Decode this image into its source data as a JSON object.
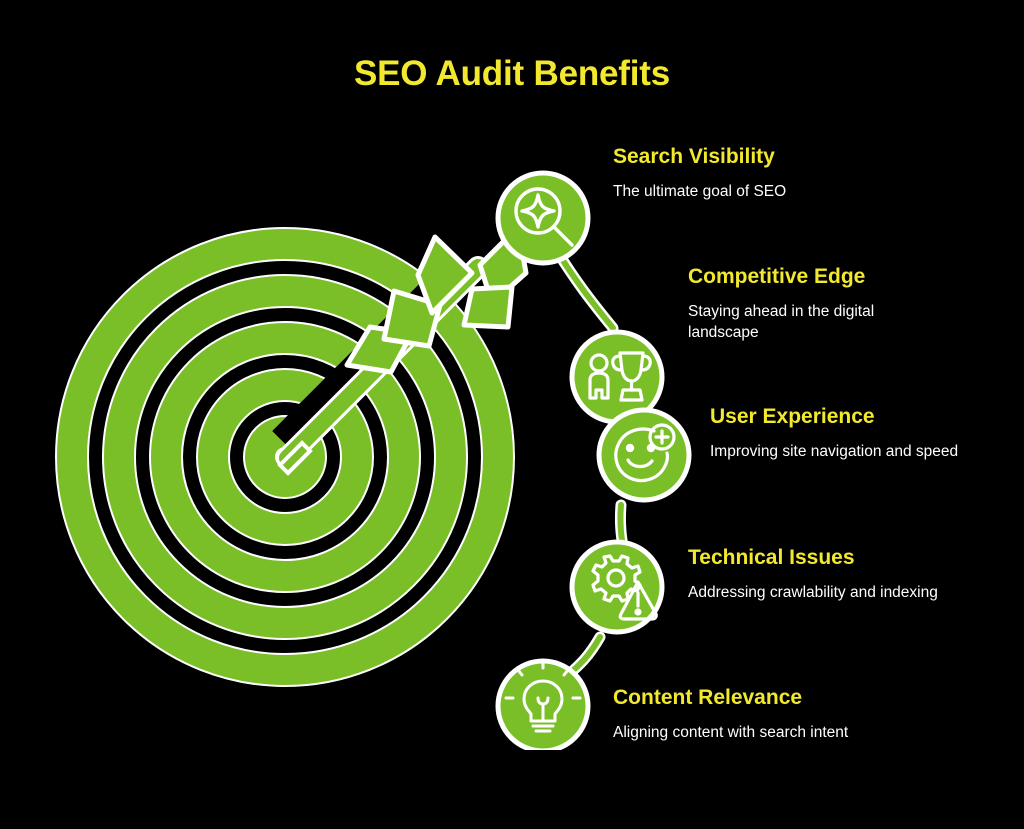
{
  "page": {
    "title": "SEO Audit Benefits",
    "background_color": "#000000",
    "accent_green": "#7bbf28",
    "accent_yellow": "#f2e92e",
    "text_color": "#ffffff"
  },
  "graphic": {
    "name": "target-with-arrow",
    "rings": 5,
    "ring_color": "#7bbf28",
    "ring_outline_color": "#ffffff",
    "arrow_direction": "upper-right-to-center"
  },
  "benefits": [
    {
      "title": "Search Visibility",
      "description": "The ultimate goal of SEO",
      "icon": "magnifier-sparkle-icon"
    },
    {
      "title": "Competitive Edge",
      "description": "Staying ahead in the digital landscape",
      "icon": "person-trophy-icon"
    },
    {
      "title": "User Experience",
      "description": "Improving site navigation and speed",
      "icon": "smiley-plus-icon"
    },
    {
      "title": "Technical Issues",
      "description": "Addressing crawlability and indexing",
      "icon": "gear-warning-icon"
    },
    {
      "title": "Content Relevance",
      "description": "Aligning content with search intent",
      "icon": "lightbulb-icon"
    }
  ]
}
